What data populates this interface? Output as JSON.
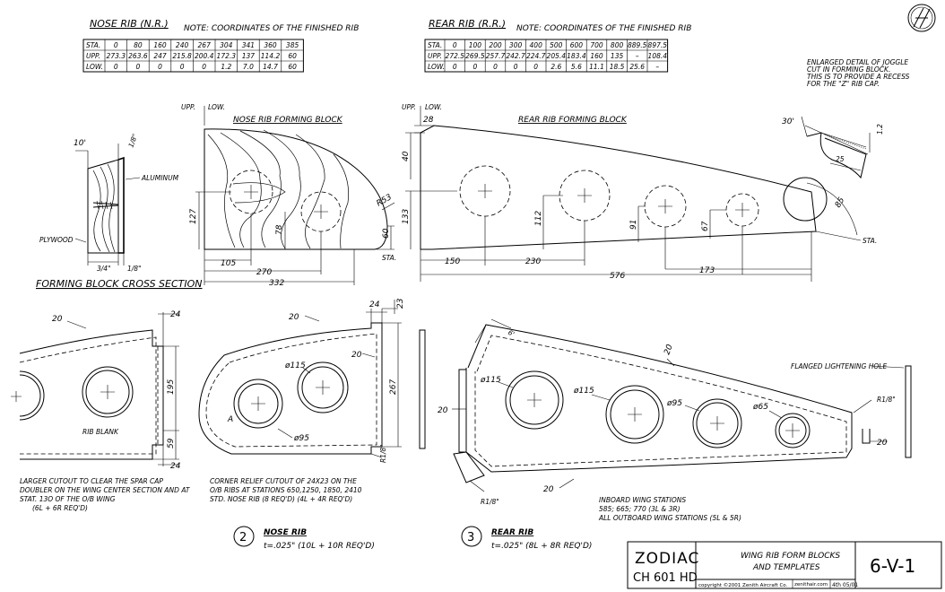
{
  "nose_rib_table": {
    "title": "NOSE RIB (N.R.)",
    "note": "NOTE:  COORDINATES OF THE FINISHED RIB",
    "rows": [
      {
        "label": "STA.",
        "cells": [
          "0",
          "80",
          "160",
          "240",
          "267",
          "304",
          "341",
          "360",
          "385"
        ]
      },
      {
        "label": "UPP.",
        "cells": [
          "273.3",
          "263.6",
          "247",
          "215.8",
          "200.4",
          "172.3",
          "137",
          "114.2",
          "60"
        ]
      },
      {
        "label": "LOW.",
        "cells": [
          "0",
          "0",
          "0",
          "0",
          "0",
          "1.2",
          "7.0",
          "14.7",
          "60"
        ]
      }
    ]
  },
  "rear_rib_table": {
    "title": "REAR RIB (R.R.)",
    "note": "NOTE:  COORDINATES OF THE FINISHED RIB",
    "rows": [
      {
        "label": "STA.",
        "cells": [
          "0",
          "100",
          "200",
          "300",
          "400",
          "500",
          "600",
          "700",
          "800",
          "889.5",
          "897.5"
        ]
      },
      {
        "label": "UPP.",
        "cells": [
          "272.5",
          "269.5",
          "257.7",
          "242.7",
          "224.7",
          "205.4",
          "183.4",
          "160",
          "135",
          "–",
          "108.4"
        ]
      },
      {
        "label": "LOW.",
        "cells": [
          "0",
          "0",
          "0",
          "0",
          "0",
          "2.6",
          "5.6",
          "11.1",
          "18.5",
          "25.6",
          "–"
        ]
      }
    ]
  },
  "cross_section": {
    "title": "FORMING BLOCK CROSS SECTION",
    "angle": "10'",
    "thickness_label": "1/8\"",
    "aluminum": "ALUMINUM",
    "plywood": "PLYWOOD",
    "dim_3_4": "3/4\"",
    "dim_1_8": "1/8\""
  },
  "nose_block": {
    "title": "NOSE RIB FORMING BLOCK",
    "upp": "UPP.",
    "low": "LOW.",
    "dims": {
      "d127": "127",
      "d78": "78",
      "d60": "60",
      "r53": "R53",
      "d105": "105",
      "d270": "270",
      "d332": "332"
    },
    "sta": "STA."
  },
  "rear_block": {
    "title": "REAR RIB FORMING BLOCK",
    "upp": "UPP.",
    "low": "LOW.",
    "dims": {
      "d28": "28",
      "d40": "40",
      "d133": "133",
      "d112": "112",
      "d91": "91",
      "d67": "67",
      "d150": "150",
      "d230": "230",
      "d576": "576",
      "d173": "173",
      "d85": "85"
    },
    "sta": "STA."
  },
  "joggle": {
    "note_lines": [
      "ENLARGED DETAIL OF JOGGLE",
      "CUT IN FORMING BLOCK.",
      "THIS IS TO PROVIDE A RECESS",
      "FOR THE \"Z\" RIB CAP."
    ],
    "angle": "30'",
    "d12": "1.2",
    "d25": "25"
  },
  "rib_blank": {
    "label": "RIB BLANK",
    "d20": "20",
    "d24a": "24",
    "d195": "195",
    "d59": "59",
    "d24b": "24",
    "note_lines": [
      "LARGER CUTOUT TO CLEAR THE SPAR CAP",
      "DOUBLER ON THE WING CENTER SECTION AND AT",
      "STAT.  13O OF THE O/B WING",
      "(6L + 6R REQ'D)"
    ]
  },
  "nose_rib": {
    "d20a": "20",
    "d24": "24",
    "d23": "23",
    "d20b": "20",
    "hole115": "ø115",
    "hole95": "ø95",
    "d267": "267",
    "corner": "A",
    "r18": "R1/8\"",
    "note_lines": [
      "CORNER RELIEF CUTOUT OF 24X23   ON   THE",
      "O/B RIBS AT STATIONS 650,1250, 1850, 2410",
      "STD. NOSE RIB (8 REQ'D)    (4L + 4R REQ'D)"
    ],
    "num": "2",
    "title": "NOSE RIB",
    "spec": "t=.025\"   (10L + 10R REQ'D)"
  },
  "rear_rib": {
    "angle": "6'",
    "d20a": "20",
    "d20b": "20",
    "d20c": "20",
    "d20d": "20",
    "hole115a": "ø115",
    "hole115b": "ø115",
    "hole95": "ø95",
    "hole65": "ø65",
    "flange": "FLANGED LIGHTENING HOLE",
    "r18a": "R1/8\"",
    "r18b": "R1/8\"",
    "stations_lines": [
      "INBOARD WING STATIONS",
      "585; 665; 770  (3L & 3R)",
      "ALL OUTBOARD WING STATIONS (5L & 5R)"
    ],
    "num": "3",
    "title": "REAR RIB",
    "spec": "t=.025\"   (8L + 8R REQ'D)"
  },
  "title_block": {
    "brand": "ZODIAC",
    "model": "CH 601 HD",
    "title_lines": [
      "WING RIB FORM BLOCKS",
      "AND TEMPLATES"
    ],
    "sheet": "6-V-1",
    "copyright": "copyright ©2001 Zenith Aircraft Co.",
    "site": "zenithair.com",
    "revision": "4th 05/01"
  }
}
